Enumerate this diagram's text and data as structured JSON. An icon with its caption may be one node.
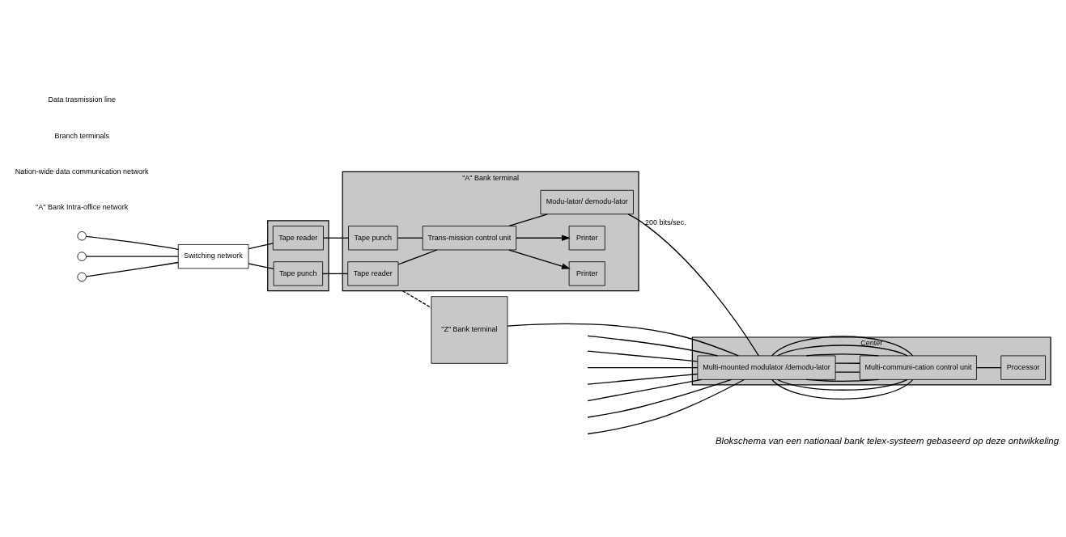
{
  "diagram": {
    "caption": "Blokschema van een nationaal bank telex-systeem gebaseerd op deze ontwikkeling.",
    "nodes": [
      {
        "text": [],
        "shape": "circle"
      },
      {
        "text": [],
        "shape": "circle"
      },
      {
        "text": [],
        "shape": "circle"
      },
      {
        "text": [
          "Switching network"
        ]
      },
      {
        "text": [],
        "shape": "box"
      },
      {
        "text": [
          "Tape punch"
        ],
        "in": 4
      },
      {
        "text": [
          "Tape reader"
        ],
        "in": 4
      },
      {
        "text": [
          "\"A\" Bank terminal"
        ]
      },
      {
        "text": [
          "Tape reader"
        ],
        "in": 7
      },
      {
        "text": [
          "Tape punch"
        ],
        "in": 7
      },
      {
        "text": [
          "Trans-mission control unit"
        ],
        "in": 7
      },
      {
        "text": [
          "Modu-lator/ demodu-lator"
        ],
        "in": 7
      },
      {
        "text": [
          "Printer"
        ],
        "in": 7
      },
      {
        "text": [
          "Printer"
        ],
        "in": 7
      },
      {
        "text": [
          "Center"
        ]
      },
      {
        "text": [
          "Multi-mounted modulator /demodu-lator"
        ],
        "in": 14
      },
      {
        "text": [
          "Multi-communi-cation control unit"
        ],
        "in": 14
      },
      {
        "text": [
          "Processor"
        ],
        "in": 14
      },
      {
        "text": [
          "\"Z\" Bank terminal"
        ]
      }
    ],
    "edges": [
      {
        "from": 0,
        "to": 3,
        "arrow": "none"
      },
      {
        "from": 1,
        "to": 3,
        "arrow": "none"
      },
      {
        "from": 2,
        "to": 3,
        "arrow": "none"
      },
      {
        "from": 3,
        "to": 5,
        "arrow": "none"
      },
      {
        "from": 3,
        "to": 6,
        "arrow": "none"
      },
      {
        "from": 5,
        "to": 8,
        "arrow": "none"
      },
      {
        "from": 6,
        "to": 9,
        "arrow": "none"
      },
      {
        "from": 8,
        "to": 10,
        "arrow": "none"
      },
      {
        "from": 9,
        "to": 10,
        "arrow": "none"
      },
      {
        "from": 10,
        "to": 11,
        "arrow": "none"
      },
      {
        "from": 10,
        "to": 12,
        "arrow": "to"
      },
      {
        "from": 10,
        "to": 13,
        "arrow": "to"
      },
      {
        "from": 11,
        "to": 15,
        "arrow": "none",
        "label": "200 bits/sec."
      },
      {
        "from": 7,
        "to": 18,
        "arrow": "none",
        "style": "dashed"
      },
      {
        "from": 18,
        "to": 15,
        "arrow": "none"
      },
      {
        "from": null,
        "to": 15,
        "arrow": "none"
      },
      {
        "from": null,
        "to": 15,
        "arrow": "none"
      },
      {
        "from": null,
        "to": 15,
        "arrow": "none"
      },
      {
        "from": null,
        "to": 15,
        "arrow": "none"
      },
      {
        "from": null,
        "to": 15,
        "arrow": "none"
      },
      {
        "from": null,
        "to": 15,
        "arrow": "none"
      },
      {
        "from": null,
        "to": 15,
        "arrow": "none"
      },
      {
        "from": 15,
        "to": 16,
        "arrow": "none"
      },
      {
        "from": 15,
        "to": 16,
        "arrow": "none"
      },
      {
        "from": 15,
        "to": 16,
        "arrow": "none"
      },
      {
        "from": 15,
        "to": 16,
        "arrow": "none"
      },
      {
        "from": 15,
        "to": 16,
        "arrow": "none"
      },
      {
        "from": 15,
        "to": 16,
        "arrow": "none"
      },
      {
        "from": 15,
        "to": 16,
        "arrow": "none"
      },
      {
        "from": 15,
        "to": 16,
        "arrow": "none"
      },
      {
        "from": 16,
        "to": 17,
        "arrow": "none"
      }
    ],
    "labels": [
      "\"A\" Bank Intra-office network",
      "Nation-wide data communication network",
      "Branch terminals",
      "Data trasmission line"
    ]
  }
}
